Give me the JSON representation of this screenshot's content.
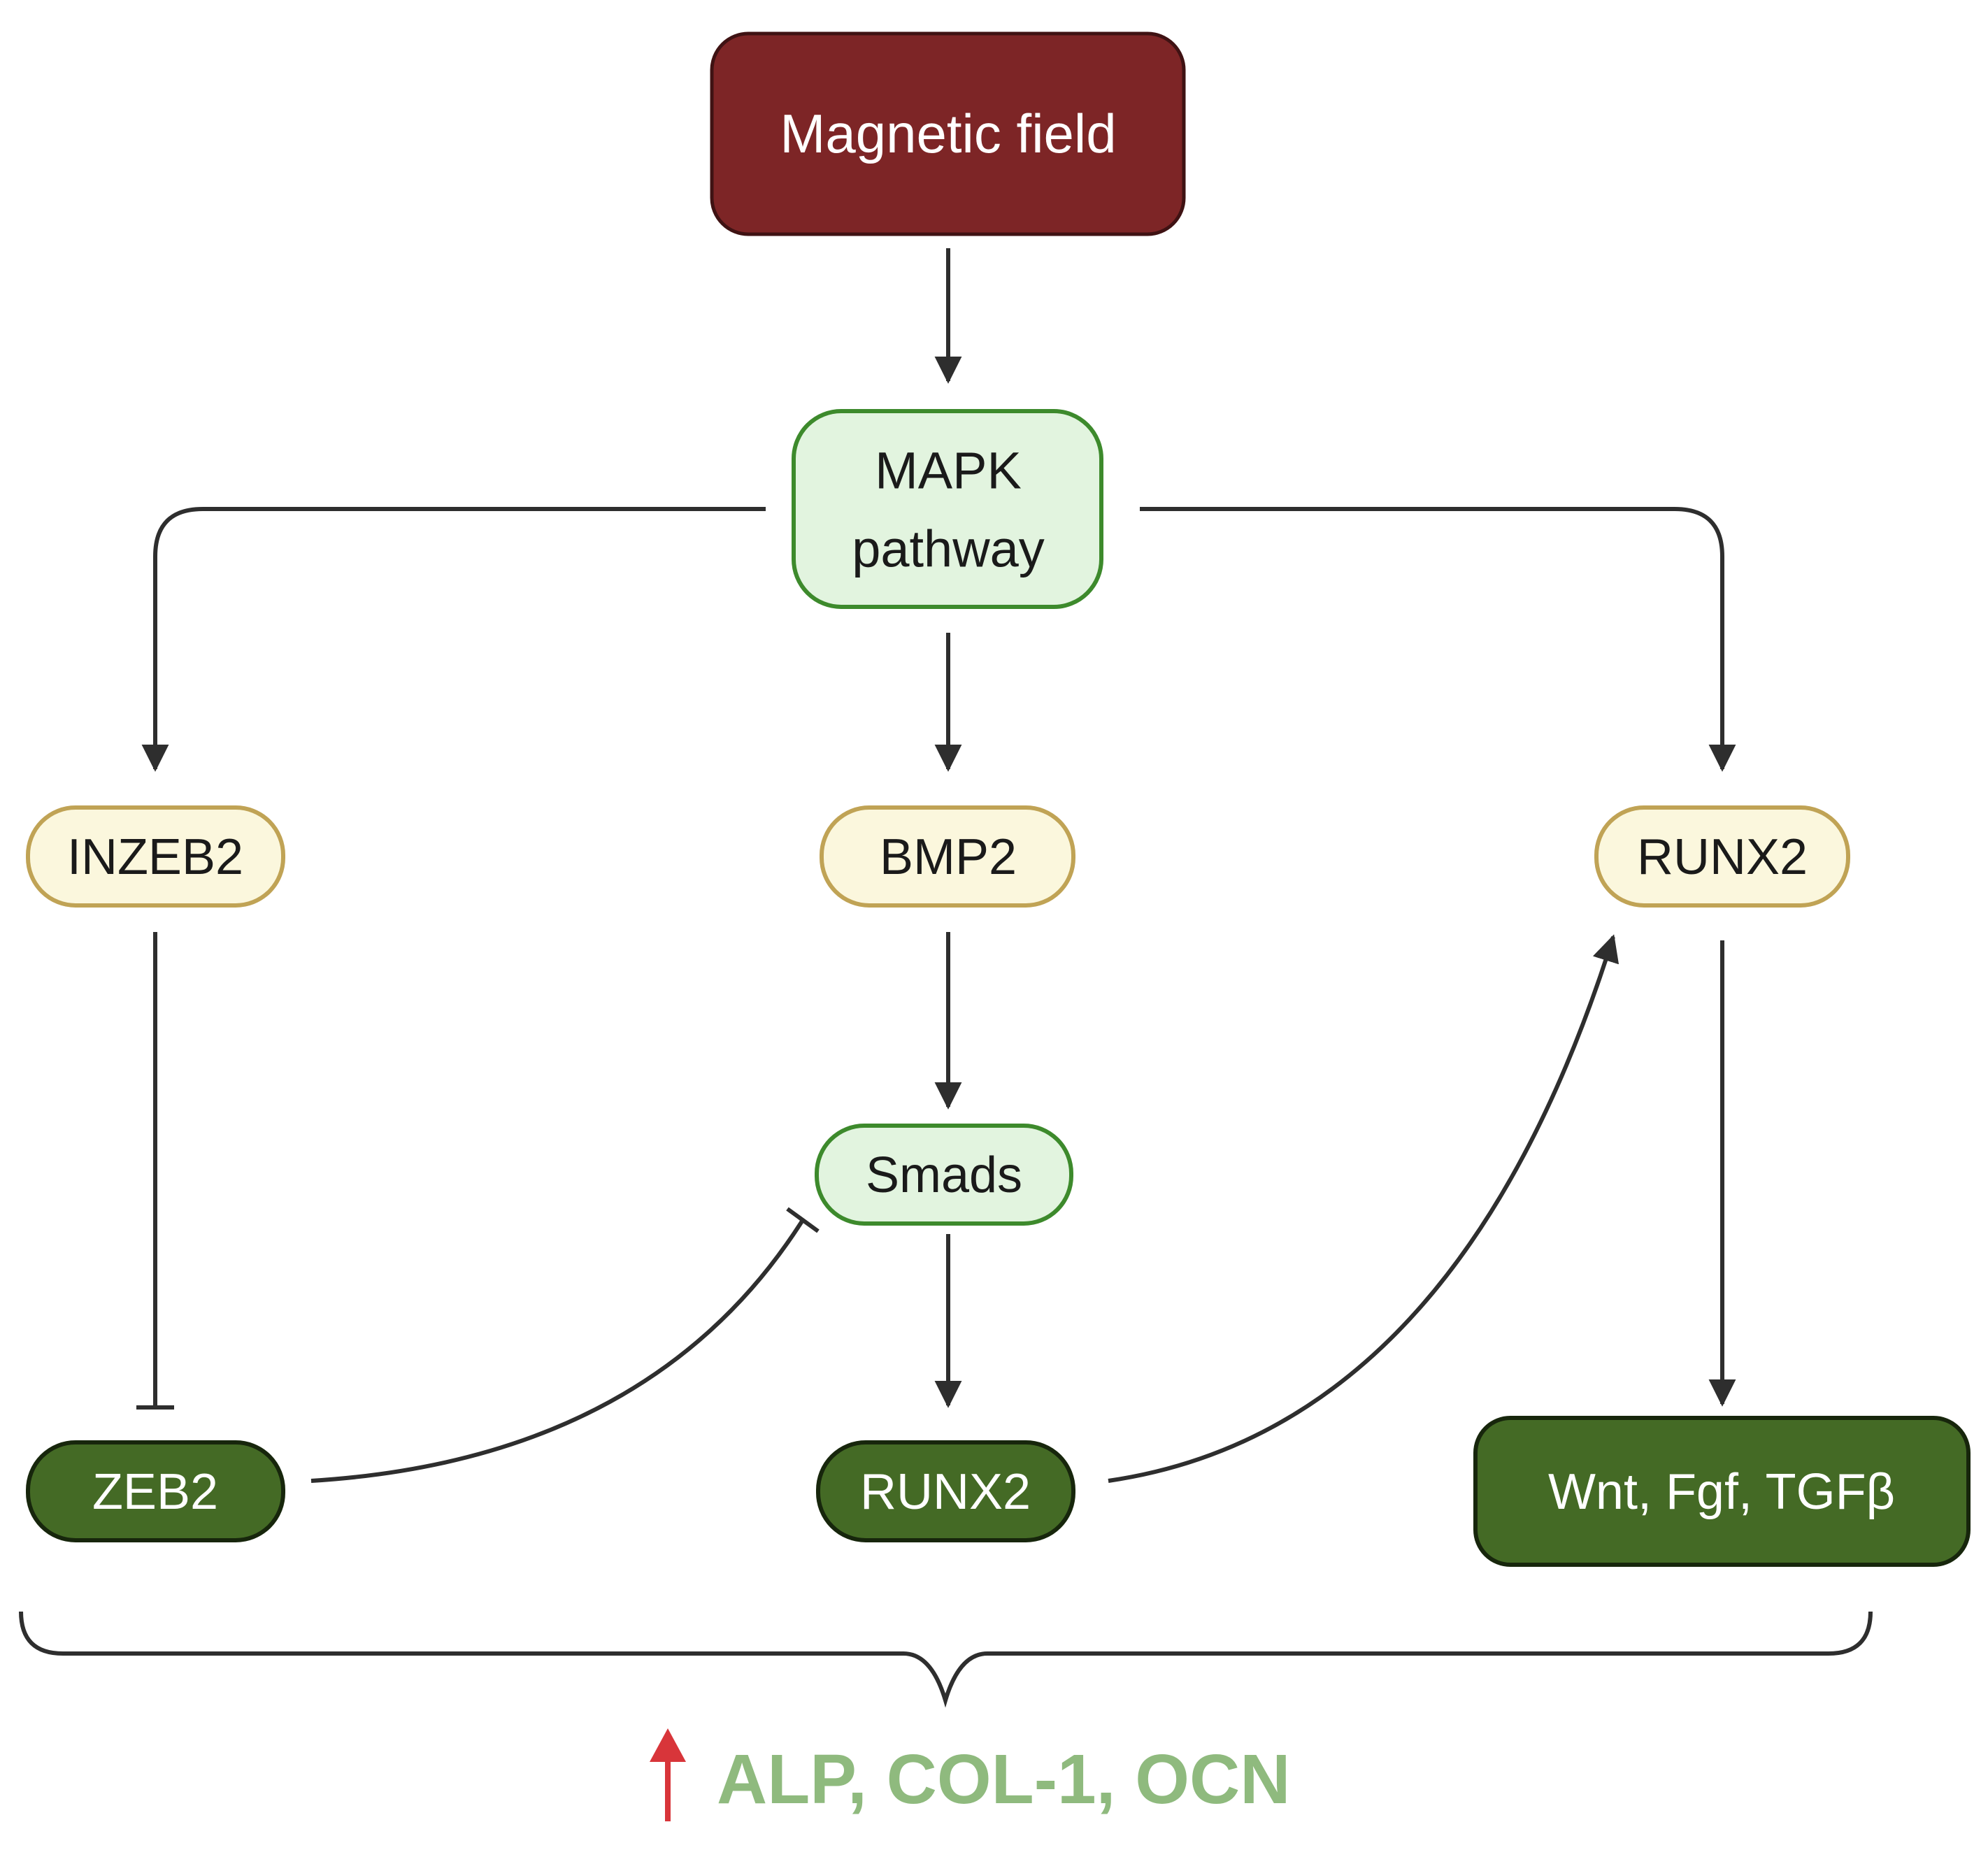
{
  "nodes": {
    "magnetic_field": "Magnetic field",
    "mapk_line1": "MAPK",
    "mapk_line2": "pathway",
    "inzeb2": "INZEB2",
    "bmp2": "BMP2",
    "runx2_top": "RUNX2",
    "smads": "Smads",
    "zeb2": "ZEB2",
    "runx2_bottom": "RUNX2",
    "wnt_fgf_tgfb": "Wnt, Fgf, TGFβ"
  },
  "outcome": {
    "arrow_glyph": "↑",
    "text": "ALP, COL-1, OCN"
  },
  "edges": [
    {
      "from": "Magnetic field",
      "to": "MAPK pathway",
      "type": "activation"
    },
    {
      "from": "MAPK pathway",
      "to": "INZEB2",
      "type": "activation"
    },
    {
      "from": "MAPK pathway",
      "to": "BMP2",
      "type": "activation"
    },
    {
      "from": "MAPK pathway",
      "to": "RUNX2",
      "type": "activation"
    },
    {
      "from": "BMP2",
      "to": "Smads",
      "type": "activation"
    },
    {
      "from": "INZEB2",
      "to": "ZEB2",
      "type": "inhibition"
    },
    {
      "from": "ZEB2",
      "to": "Smads",
      "type": "inhibition"
    },
    {
      "from": "Smads",
      "to": "RUNX2",
      "type": "activation"
    },
    {
      "from": "RUNX2",
      "to": "RUNX2",
      "type": "activation"
    },
    {
      "from": "RUNX2",
      "to": "Wnt, Fgf, TGFβ",
      "type": "activation"
    }
  ],
  "colors": {
    "magnetic_fill": "#7d2526",
    "magnetic_stroke": "#3f1213",
    "light_green_fill": "#e2f4df",
    "light_green_stroke": "#3d8a2c",
    "cream_fill": "#fbf7dd",
    "cream_stroke": "#c0a355",
    "dark_green_fill": "#446a25",
    "dark_green_stroke": "#17260c",
    "outcome_text": "#8fba7e",
    "outcome_arrow": "#d8353a",
    "edge": "#2e2e2e"
  }
}
